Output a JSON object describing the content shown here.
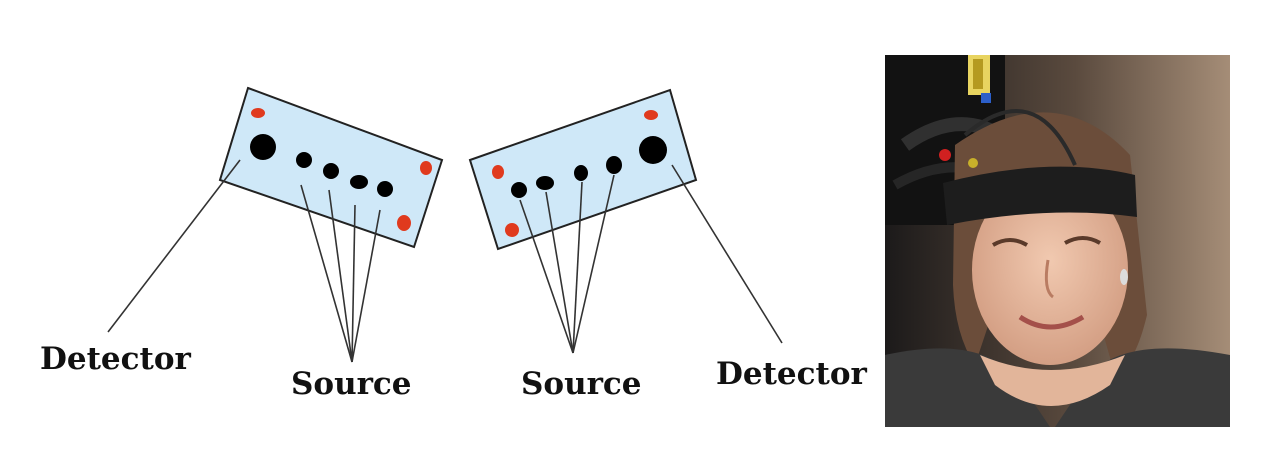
{
  "labels": {
    "detector_left": "Detector",
    "source_left": "Source",
    "source_right": "Source",
    "detector_right": "Detector"
  },
  "colors": {
    "panel_fill": "#cfe8f8",
    "panel_stroke": "#222222",
    "optode": "#000000",
    "marker": "#e03a1e",
    "line": "#333333"
  },
  "photo": {
    "subject": "person wearing a dark headband with sensor probes and cables"
  }
}
